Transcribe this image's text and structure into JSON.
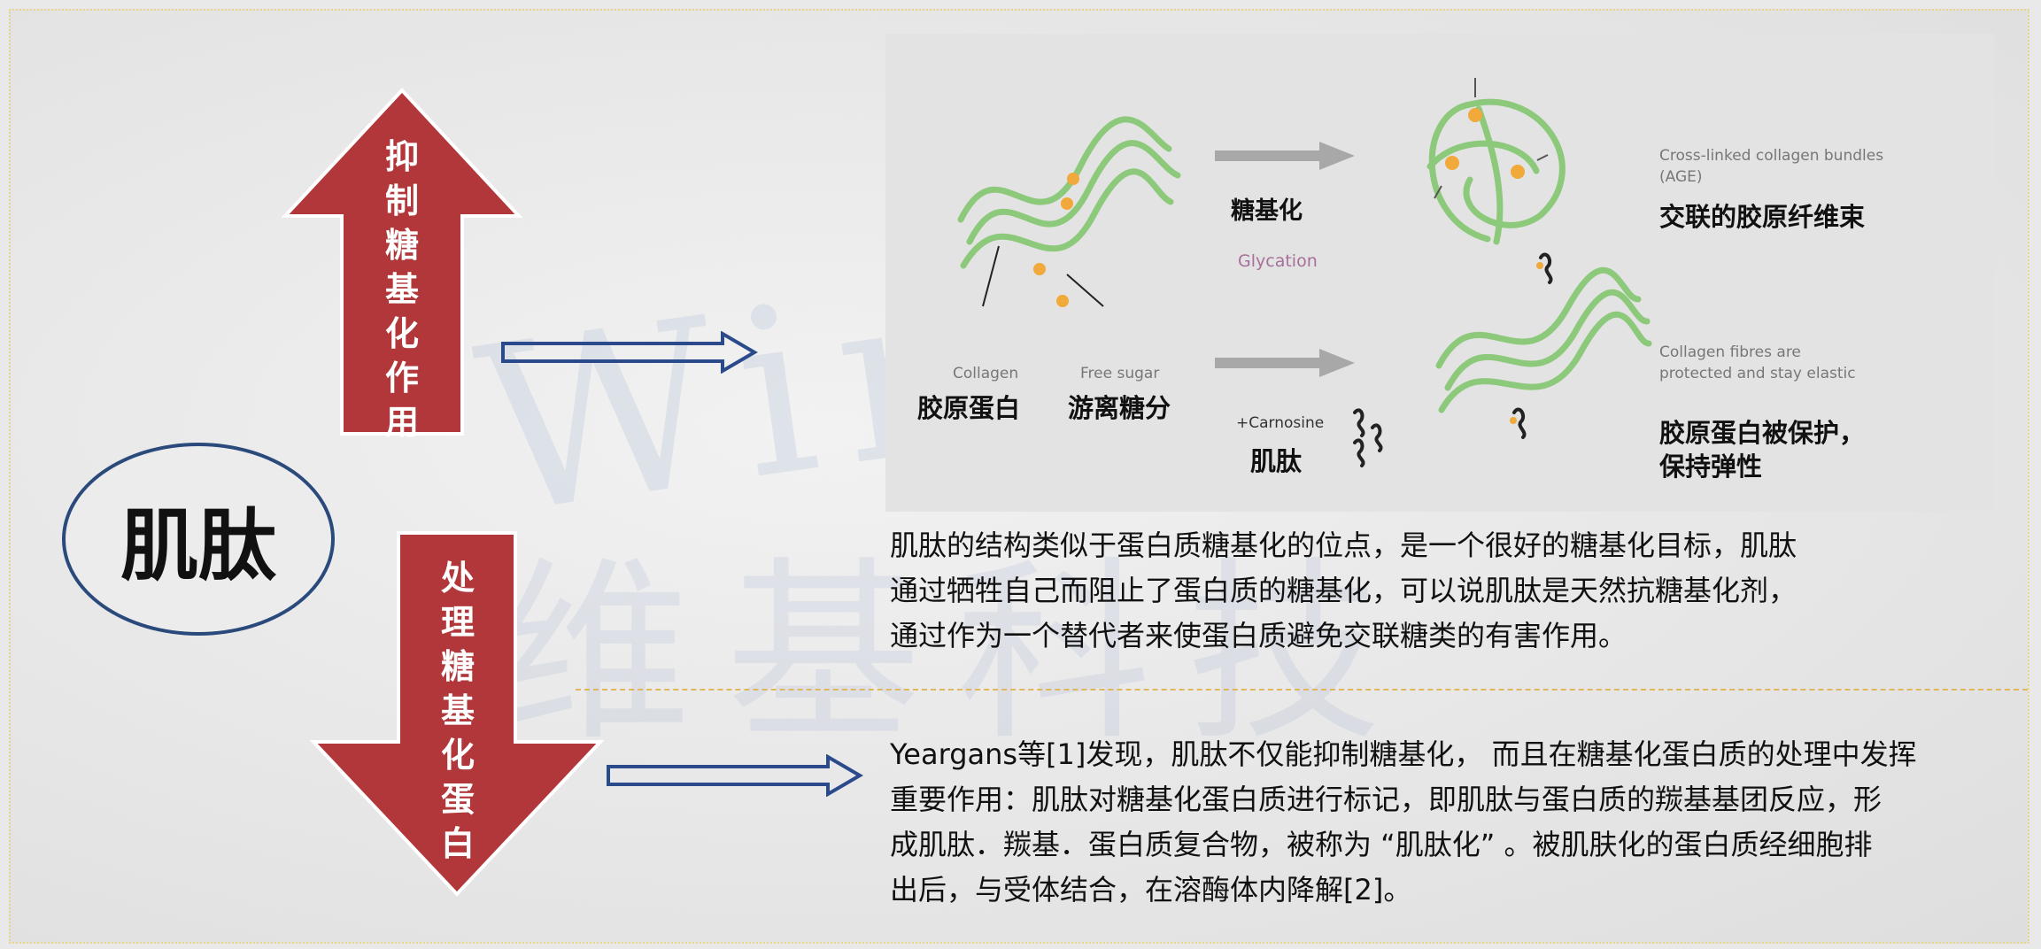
{
  "watermark": {
    "latin": "Winkey",
    "cjk": "维基科技"
  },
  "center_label": "肌肽",
  "up_arrow": {
    "text": "抑制糖基化作用",
    "color": "#b2373a"
  },
  "down_arrow": {
    "text": "处理糖基化蛋白",
    "color": "#b2373a"
  },
  "diagram": {
    "collagen_en": "Collagen",
    "collagen_cn": "胶原蛋白",
    "free_sugar_en": "Free sugar",
    "free_sugar_cn": "游离糖分",
    "glycation_cn": "糖基化",
    "glycation_en": "Glycation",
    "carnosine_en": "+Carnosine",
    "carnosine_cn": "肌肽",
    "crosslinked_en_1": "Cross-linked collagen bundles",
    "crosslinked_en_2": "(AGE)",
    "crosslinked_cn": "交联的胶原纤维束",
    "protected_en_1": "Collagen fibres are",
    "protected_en_2": "protected and stay elastic",
    "protected_cn_1": "胶原蛋白被保护，",
    "protected_cn_2": "保持弹性",
    "colors": {
      "fiber": "#8cc97a",
      "sugar": "#f0a93a",
      "arrow": "#a8a8a8",
      "molecule": "#222222"
    }
  },
  "paragraph1": [
    "肌肽的结构类似于蛋白质糖基化的位点，是一个很好的糖基化目标，肌肽",
    "通过牺牲自己而阻止了蛋白质的糖基化，可以说肌肽是天然抗糖基化剂，",
    "通过作为一个替代者来使蛋白质避免交联糖类的有害作用。"
  ],
  "paragraph2": [
    "Yeargans等[1]发现，肌肽不仅能抑制糖基化， 而且在糖基化蛋白质的处理中发挥",
    "重要作用：肌肽对糖基化蛋白质进行标记，即肌肽与蛋白质的羰基基团反应，形",
    "成肌肽．羰基．蛋白质复合物，被称为 “肌肽化” 。被肌肤化的蛋白质经细胞排",
    "出后，与受体结合，在溶酶体内降解[2]。"
  ]
}
